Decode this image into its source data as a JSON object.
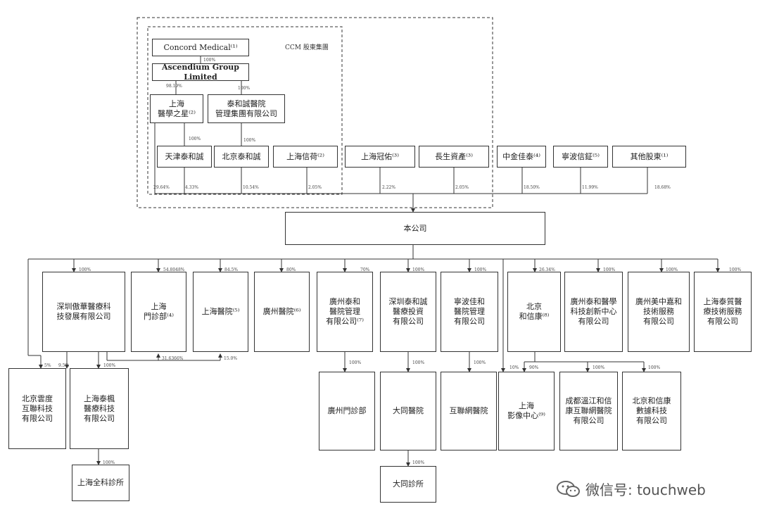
{
  "ccm_group_label": "CCM 股東集團",
  "nodes": {
    "concord": "Concord Medical⁽¹⁾",
    "ascendium": "Ascendium Group Limited",
    "shanghai_yixue": "上海\n醫學之星⁽²⁾",
    "taihecheng_group": "泰和誠醫院\n管理集團有限公司",
    "tianjin": "天津泰和誠",
    "beijing_thc": "北京泰和誠",
    "shanghai_xinhe": "上海信荷⁽²⁾",
    "shanghai_guanyou": "上海冠佑⁽³⁾",
    "changsheng": "長生資產⁽³⁾",
    "zhongjin": "中金佳泰⁽⁴⁾",
    "ningbo": "寧波信鉦⁽⁵⁾",
    "others": "其他股東⁽¹⁾",
    "company": "本公司",
    "shenzhen_aohua": "深圳傲華醫療科\n技發展有限公司",
    "shanghai_clinic": "上海\n門診部⁽⁴⁾",
    "shanghai_hospital": "上海醫院⁽⁵⁾",
    "guangzhou_hospital": "廣州醫院⁽⁶⁾",
    "gz_taihe_mgmt": "廣州泰和\n醫院管理\n有限公司⁽⁷⁾",
    "sz_taihecheng_inv": "深圳泰和誠\n醫療投資\n有限公司",
    "ningbo_jiahe": "寧波佳和\n醫院管理\n有限公司",
    "beijing_hexinkang": "北京\n和信康⁽⁸⁾",
    "gz_taihe_medical": "廣州泰和醫學\n科技創新中心\n有限公司",
    "gz_meizhongjia": "廣州美中嘉和\n技術服務\n有限公司",
    "sh_taizhi": "上海泰質醫\n療技術服務\n有限公司",
    "bj_yundu": "北京雲度\n互聯科技\n有限公司",
    "sh_taifeng": "上海泰楓\n醫療科技\n有限公司",
    "sh_general_clinic": "上海全科診所",
    "gz_clinic": "廣州門診部",
    "datong_hospital": "大同醫院",
    "datong_clinic": "大同診所",
    "internet_hospital": "互聯網醫院",
    "sh_imaging": "上海\n影像中心⁽⁹⁾",
    "chengdu": "成都溫江和信\n康互聯網醫院\n有限公司",
    "bj_hexinkang_data": "北京和信康\n數據科技\n有限公司"
  },
  "percentages": {
    "concord_ascendium": "100%",
    "asc_shanghai": "98.19%",
    "asc_taihecheng": "100%",
    "yixue_tianjin": "100%",
    "thc_beijing": "100%",
    "to_company_1": "29.64%",
    "to_company_2": "4.33%",
    "to_company_3": "10.54%",
    "to_company_4": "2.05%",
    "to_company_5": "2.22%",
    "to_company_6": "2.05%",
    "to_company_7": "18.50%",
    "to_company_8": "11.99%",
    "to_company_9": "18.68%",
    "c_shenzhen": "100%",
    "c_sh_clinic": "54.8048%",
    "c_sh_hospital": "84.5%",
    "c_gz_hospital": "80%",
    "c_gz_mgmt": "70%",
    "c_sz_inv": "100%",
    "c_ningbo_jiahe": "100%",
    "c_bj_hexinkang": "26.34%",
    "c_gz_medical": "100%",
    "c_gz_mzj": "100%",
    "c_sh_taizhi": "100%",
    "sz_clinic": "31.6366%",
    "sz_hospital": "15.0%",
    "sz_yundu_a": "5%",
    "sz_yundu_b": "9.5%",
    "sz_taifeng": "100%",
    "taifeng_general": "100%",
    "gzmgmt_clinic": "100%",
    "szinv_datong": "100%",
    "datong_clinic": "100%",
    "nbjh_internet": "100%",
    "imaging_a": "10%",
    "imaging_b": "90%",
    "bjhxk_chengdu": "100%",
    "bjhxk_data": "100%"
  },
  "watermark": {
    "text": "微信号: touchweb",
    "icon": "wechat-icon"
  }
}
